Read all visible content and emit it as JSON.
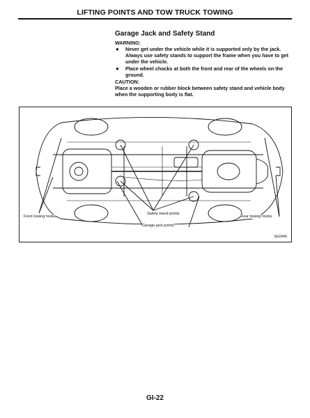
{
  "header": {
    "title": "LIFTING POINTS AND TOW TRUCK TOWING"
  },
  "section": {
    "heading": "Garage Jack and Safety Stand",
    "warning_label": "WARNING:",
    "warnings": [
      "Never get under the vehicle while it is supported only by the jack. Always use safety stands to support the frame when you have to get under the vehicle.",
      "Place wheel chocks at both the front and rear of the wheels on the ground."
    ],
    "caution_label": "CAUTION:",
    "caution_text": "Place a wooden or rubber block between safety stand and vehicle body when the supporting body is flat."
  },
  "figure": {
    "callouts": {
      "front_towing_hooks": "Front towing hooks",
      "safety_stand_points": "Safety stand points",
      "garage_jack_points": "Garage jack points",
      "rear_towing_hooks": "Rear towing hooks"
    },
    "code": "SGI949"
  },
  "footer": {
    "page_number": "GI-22"
  }
}
